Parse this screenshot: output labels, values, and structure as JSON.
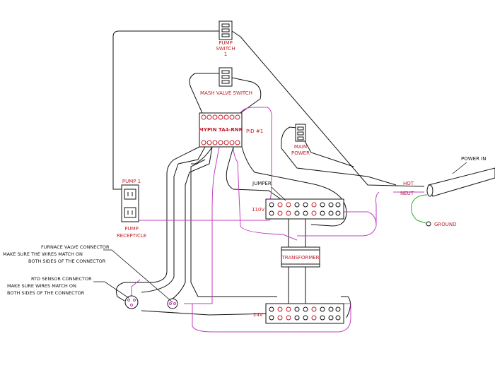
{
  "labels": {
    "pump_switch": [
      "PUMP",
      "SWITCH",
      "1"
    ],
    "mash_valve_switch": "MASH VALVE SWITCH",
    "pid_model": "MYPIN TA4-RNR",
    "pid_name": "PID #1",
    "main_power": [
      "MAIN",
      "POWER"
    ],
    "power_in": "POWER IN",
    "hot": "HOT",
    "neut": "NEUT",
    "ground": "GROUND",
    "jumper": "JUMPER",
    "v110": "110V",
    "v24": "24V",
    "transformer": "TRANSFORMER",
    "pump1": "PUMP 1",
    "pump_receptacle": [
      "PUMP",
      "RECEPTICLE"
    ],
    "furnace_note": [
      "FURNACE VALVE CONNECTOR",
      "MAKE SURE THE WIRES MATCH ON",
      "BOTH SIDES OF THE CONNECTOR"
    ],
    "rtd_note": [
      "RTD SENSOR CONNECTOR",
      "MAKE SURE WIRES MATCH ON",
      "BOTH SIDES OF THE CONNECTOR"
    ]
  },
  "colors": {
    "label_red": "#c0202a",
    "wire_black": "#111111",
    "wire_magenta": "#c040c0",
    "wire_green": "#20b020"
  }
}
